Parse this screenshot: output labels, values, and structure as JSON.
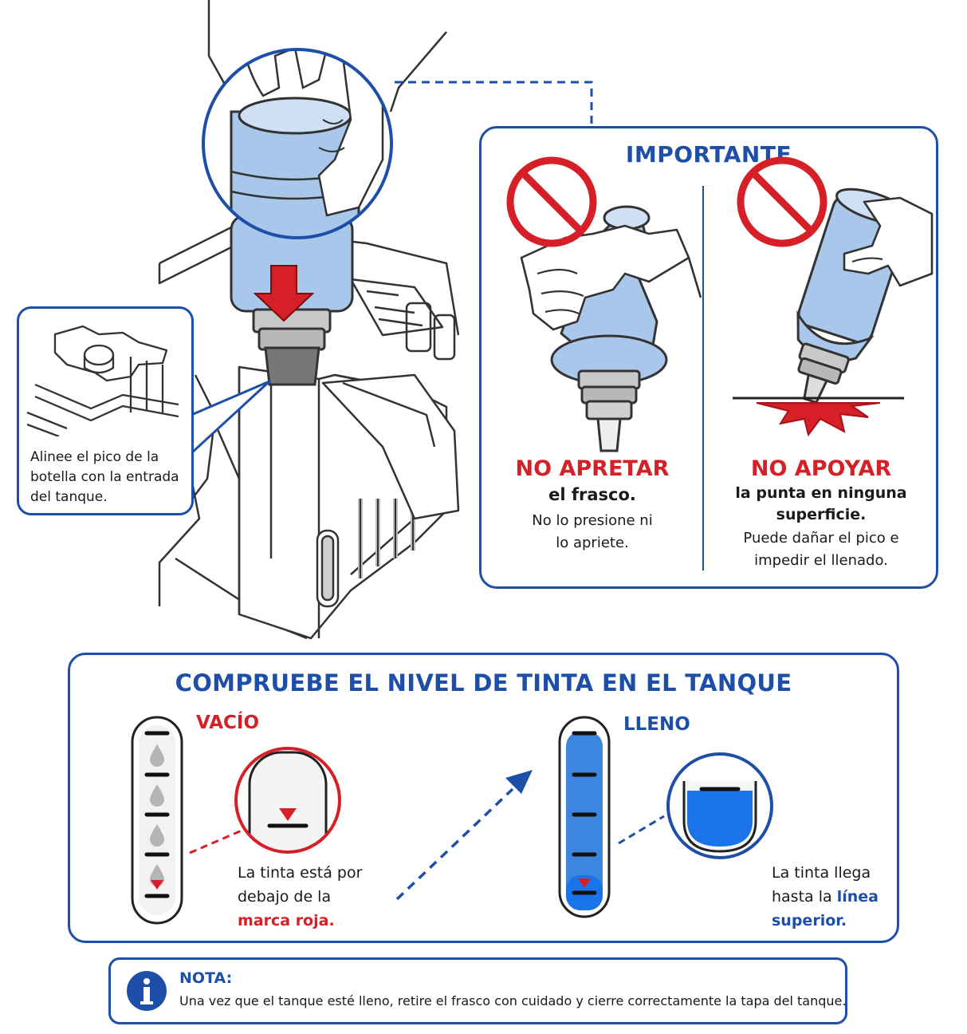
{
  "colors": {
    "brand_blue": "#1e4fa8",
    "warning_red": "#d61f26",
    "ink_blue": "#2f80d8",
    "bottle_blue": "#a9c7ea"
  },
  "callout": {
    "text_line1": "Alinee el pico de la",
    "text_line2": "botella con la entrada",
    "text_line3": "del tanque."
  },
  "important": {
    "title": "IMPORTANTE",
    "left": {
      "icon": "prohibited-icon",
      "heading": "NO APRETAR",
      "subheading": "el frasco.",
      "line1": "No lo presione ni",
      "line2": "lo apriete."
    },
    "right": {
      "icon": "prohibited-icon",
      "heading": "NO APOYAR",
      "sub_line1": "la punta en ninguna",
      "sub_line2": "superficie.",
      "line1": "Puede dañar el pico e",
      "line2": "impedir el llenado."
    }
  },
  "level_check": {
    "title": "COMPRUEBE EL NIVEL DE TINTA EN EL TANQUE",
    "empty": {
      "label": "VACÍO",
      "text_line1": "La tinta está por",
      "text_line2": "debajo de la",
      "text_highlight": "marca roja."
    },
    "full": {
      "label": "LLENO",
      "text_line1": "La tinta llega",
      "text_line2_prefix": "hasta la ",
      "text_line2_highlight": "línea",
      "text_line3_highlight": "superior."
    }
  },
  "note": {
    "icon": "info-icon",
    "title": "NOTA:",
    "text": "Una vez que el tanque esté lleno, retire el frasco con cuidado y cierre correctamente la tapa del tanque."
  }
}
